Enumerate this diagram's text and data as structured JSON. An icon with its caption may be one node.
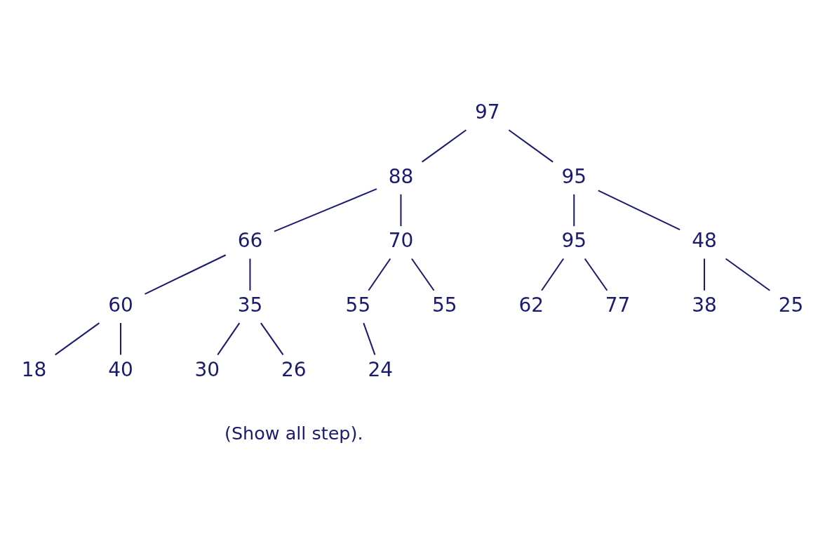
{
  "diagram": {
    "nodes": [
      {
        "text": [
          "97"
        ]
      },
      {
        "text": [
          "88"
        ]
      },
      {
        "text": [
          "95"
        ]
      },
      {
        "text": [
          "95"
        ]
      },
      {
        "text": [
          "48"
        ]
      },
      {
        "text": [
          "66"
        ]
      },
      {
        "text": [
          "70"
        ]
      },
      {
        "text": [
          "38"
        ]
      },
      {
        "text": [
          "25"
        ]
      },
      {
        "text": [
          "62"
        ]
      },
      {
        "text": [
          "77"
        ]
      },
      {
        "text": [
          "55"
        ]
      },
      {
        "text": [
          "55"
        ]
      },
      {
        "text": [
          "60"
        ]
      },
      {
        "text": [
          "35"
        ]
      },
      {
        "text": [
          "24"
        ]
      },
      {
        "text": [
          "18"
        ]
      },
      {
        "text": [
          "40"
        ]
      },
      {
        "text": [
          "30"
        ]
      },
      {
        "text": [
          "26"
        ]
      }
    ],
    "edges": [
      {
        "from": 0,
        "to": 1,
        "arrow": "none"
      },
      {
        "from": 0,
        "to": 2,
        "arrow": "none"
      },
      {
        "from": 1,
        "to": 5,
        "arrow": "none"
      },
      {
        "from": 1,
        "to": 6,
        "arrow": "none"
      },
      {
        "from": 2,
        "to": 3,
        "arrow": "none"
      },
      {
        "from": 2,
        "to": 4,
        "arrow": "none"
      },
      {
        "from": 4,
        "to": 7,
        "arrow": "none"
      },
      {
        "from": 4,
        "to": 8,
        "arrow": "none"
      },
      {
        "from": 3,
        "to": 9,
        "arrow": "none"
      },
      {
        "from": 3,
        "to": 10,
        "arrow": "none"
      },
      {
        "from": 6,
        "to": 11,
        "arrow": "none"
      },
      {
        "from": 6,
        "to": 12,
        "arrow": "none"
      },
      {
        "from": 5,
        "to": 13,
        "arrow": "none"
      },
      {
        "from": 5,
        "to": 14,
        "arrow": "none"
      },
      {
        "from": 11,
        "to": 15,
        "arrow": "none"
      },
      {
        "from": 13,
        "to": 16,
        "arrow": "none"
      },
      {
        "from": 13,
        "to": 17,
        "arrow": "none"
      },
      {
        "from": 14,
        "to": 18,
        "arrow": "none"
      },
      {
        "from": 14,
        "to": 19,
        "arrow": "none"
      }
    ],
    "labels": [
      "(Show all step)."
    ]
  }
}
